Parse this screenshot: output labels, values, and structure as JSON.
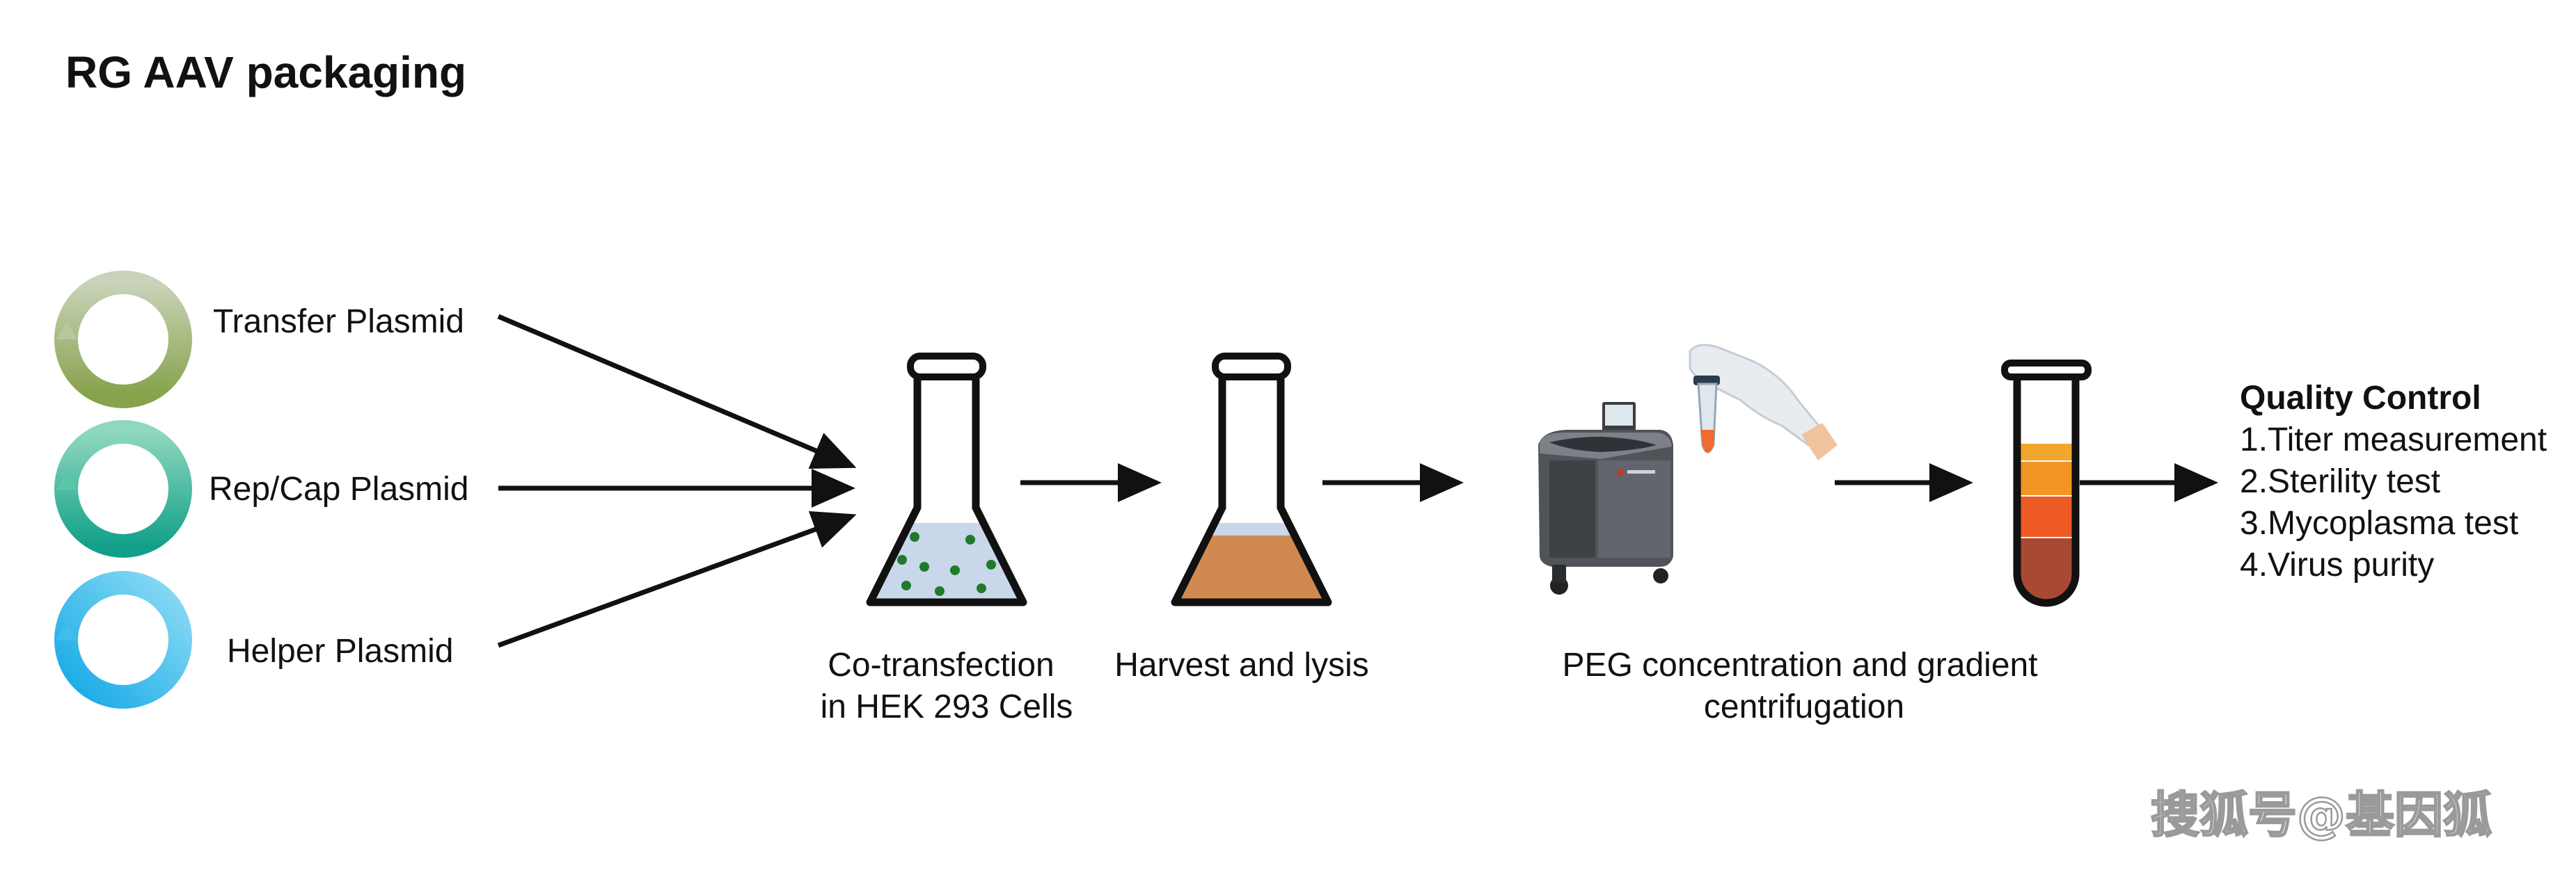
{
  "title": "RG AAV packaging",
  "plasmids": [
    {
      "label": "Transfer Plasmid",
      "color_light": "#c9d3b9",
      "color_dark": "#86a24a"
    },
    {
      "label": "Rep/Cap Plasmid",
      "color_light": "#8fd8bd",
      "color_dark": "#12a08a"
    },
    {
      "label": "Helper Plasmid",
      "color_light": "#8edcf4",
      "color_dark": "#14a9e6"
    }
  ],
  "steps": {
    "cotransfection": {
      "line1": "Co-transfection",
      "line2": "in HEK 293 Cells"
    },
    "harvest": {
      "line1": "Harvest and lysis"
    },
    "peg": {
      "line1": "PEG concentration and gradient",
      "line2": "centrifugation"
    }
  },
  "quality_control": {
    "heading": "Quality Control",
    "items": [
      "1.Titer measurement",
      "2.Sterility test",
      "3.Mycoplasma test",
      "4.Virus purity"
    ]
  },
  "colors": {
    "cell_medium": "#c9d7ea",
    "cells": "#1f7a2a",
    "lysate": "#d08a50",
    "gradient_band1": "#f2a72c",
    "gradient_band2": "#f39426",
    "gradient_band3": "#ee5a24",
    "gradient_band4": "#a84934"
  },
  "watermark": "搜狐号@基因狐"
}
